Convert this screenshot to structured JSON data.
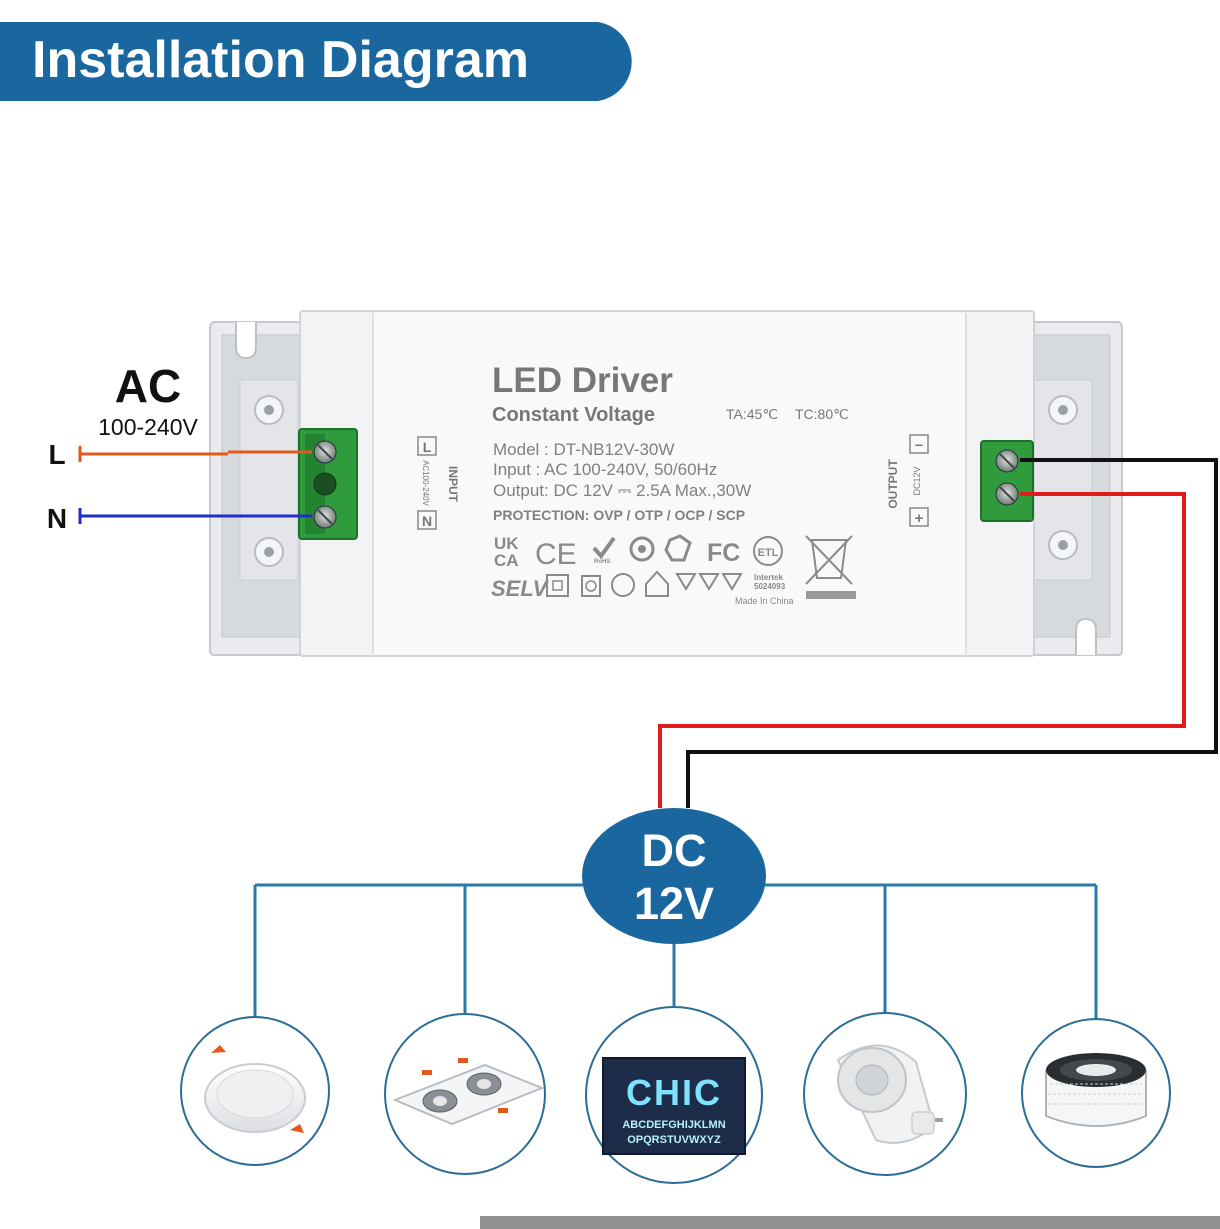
{
  "header": {
    "title": "Installation Diagram"
  },
  "ac_input": {
    "label": "AC",
    "voltage": "100-240V",
    "live": "L",
    "neutral": "N"
  },
  "driver": {
    "title": "LED Driver",
    "subtitle": "Constant Voltage",
    "ta": "TA:45℃",
    "tc": "TC:80℃",
    "model": "Model  : DT-NB12V-30W",
    "input": "Input   : AC 100-240V,  50/60Hz",
    "output": "Output: DC 12V ⎓ 2.5A Max.,30W",
    "protection": "PROTECTION: OVP / OTP / OCP / SCP",
    "input_side": {
      "label": "INPUT",
      "spec": "AC100-240V",
      "live": "L",
      "neutral": "N"
    },
    "output_side": {
      "label": "OUTPUT",
      "spec": "DC12V",
      "minus": "−",
      "plus": "+"
    },
    "marks": {
      "ukca_top": "UK",
      "ukca_bottom": "CA",
      "ce": "CE",
      "rohs": "RoHS",
      "fc": "FC",
      "etl": "ETL",
      "selv": "SELV",
      "intertek": "Intertek",
      "intertek_no": "5024093",
      "made_in": "Made In China"
    }
  },
  "hub": {
    "line1": "DC",
    "line2": "12V"
  },
  "loads": [
    {
      "name": "downlight",
      "icon": "downlight-icon"
    },
    {
      "name": "grille-spotlight",
      "icon": "grille-light-icon"
    },
    {
      "name": "sign-letters",
      "icon": "sign-letters-icon",
      "sign_big": "CHIC",
      "sign_line1": "ABCDEFGHIJKLMN",
      "sign_line2": "OPQRSTUVWXYZ"
    },
    {
      "name": "gu10-bulb",
      "icon": "gu10-bulb-icon"
    },
    {
      "name": "led-strip",
      "icon": "led-strip-reel-icon"
    }
  ],
  "colors": {
    "brand": "#1a67a0",
    "live_wire": "#e05a1e",
    "neutral_wire": "#1f2fc8",
    "positive_wire": "#e11b1b",
    "negative_wire": "#111111",
    "terminal": "#2e9a3c",
    "driver_text": "#777777"
  }
}
